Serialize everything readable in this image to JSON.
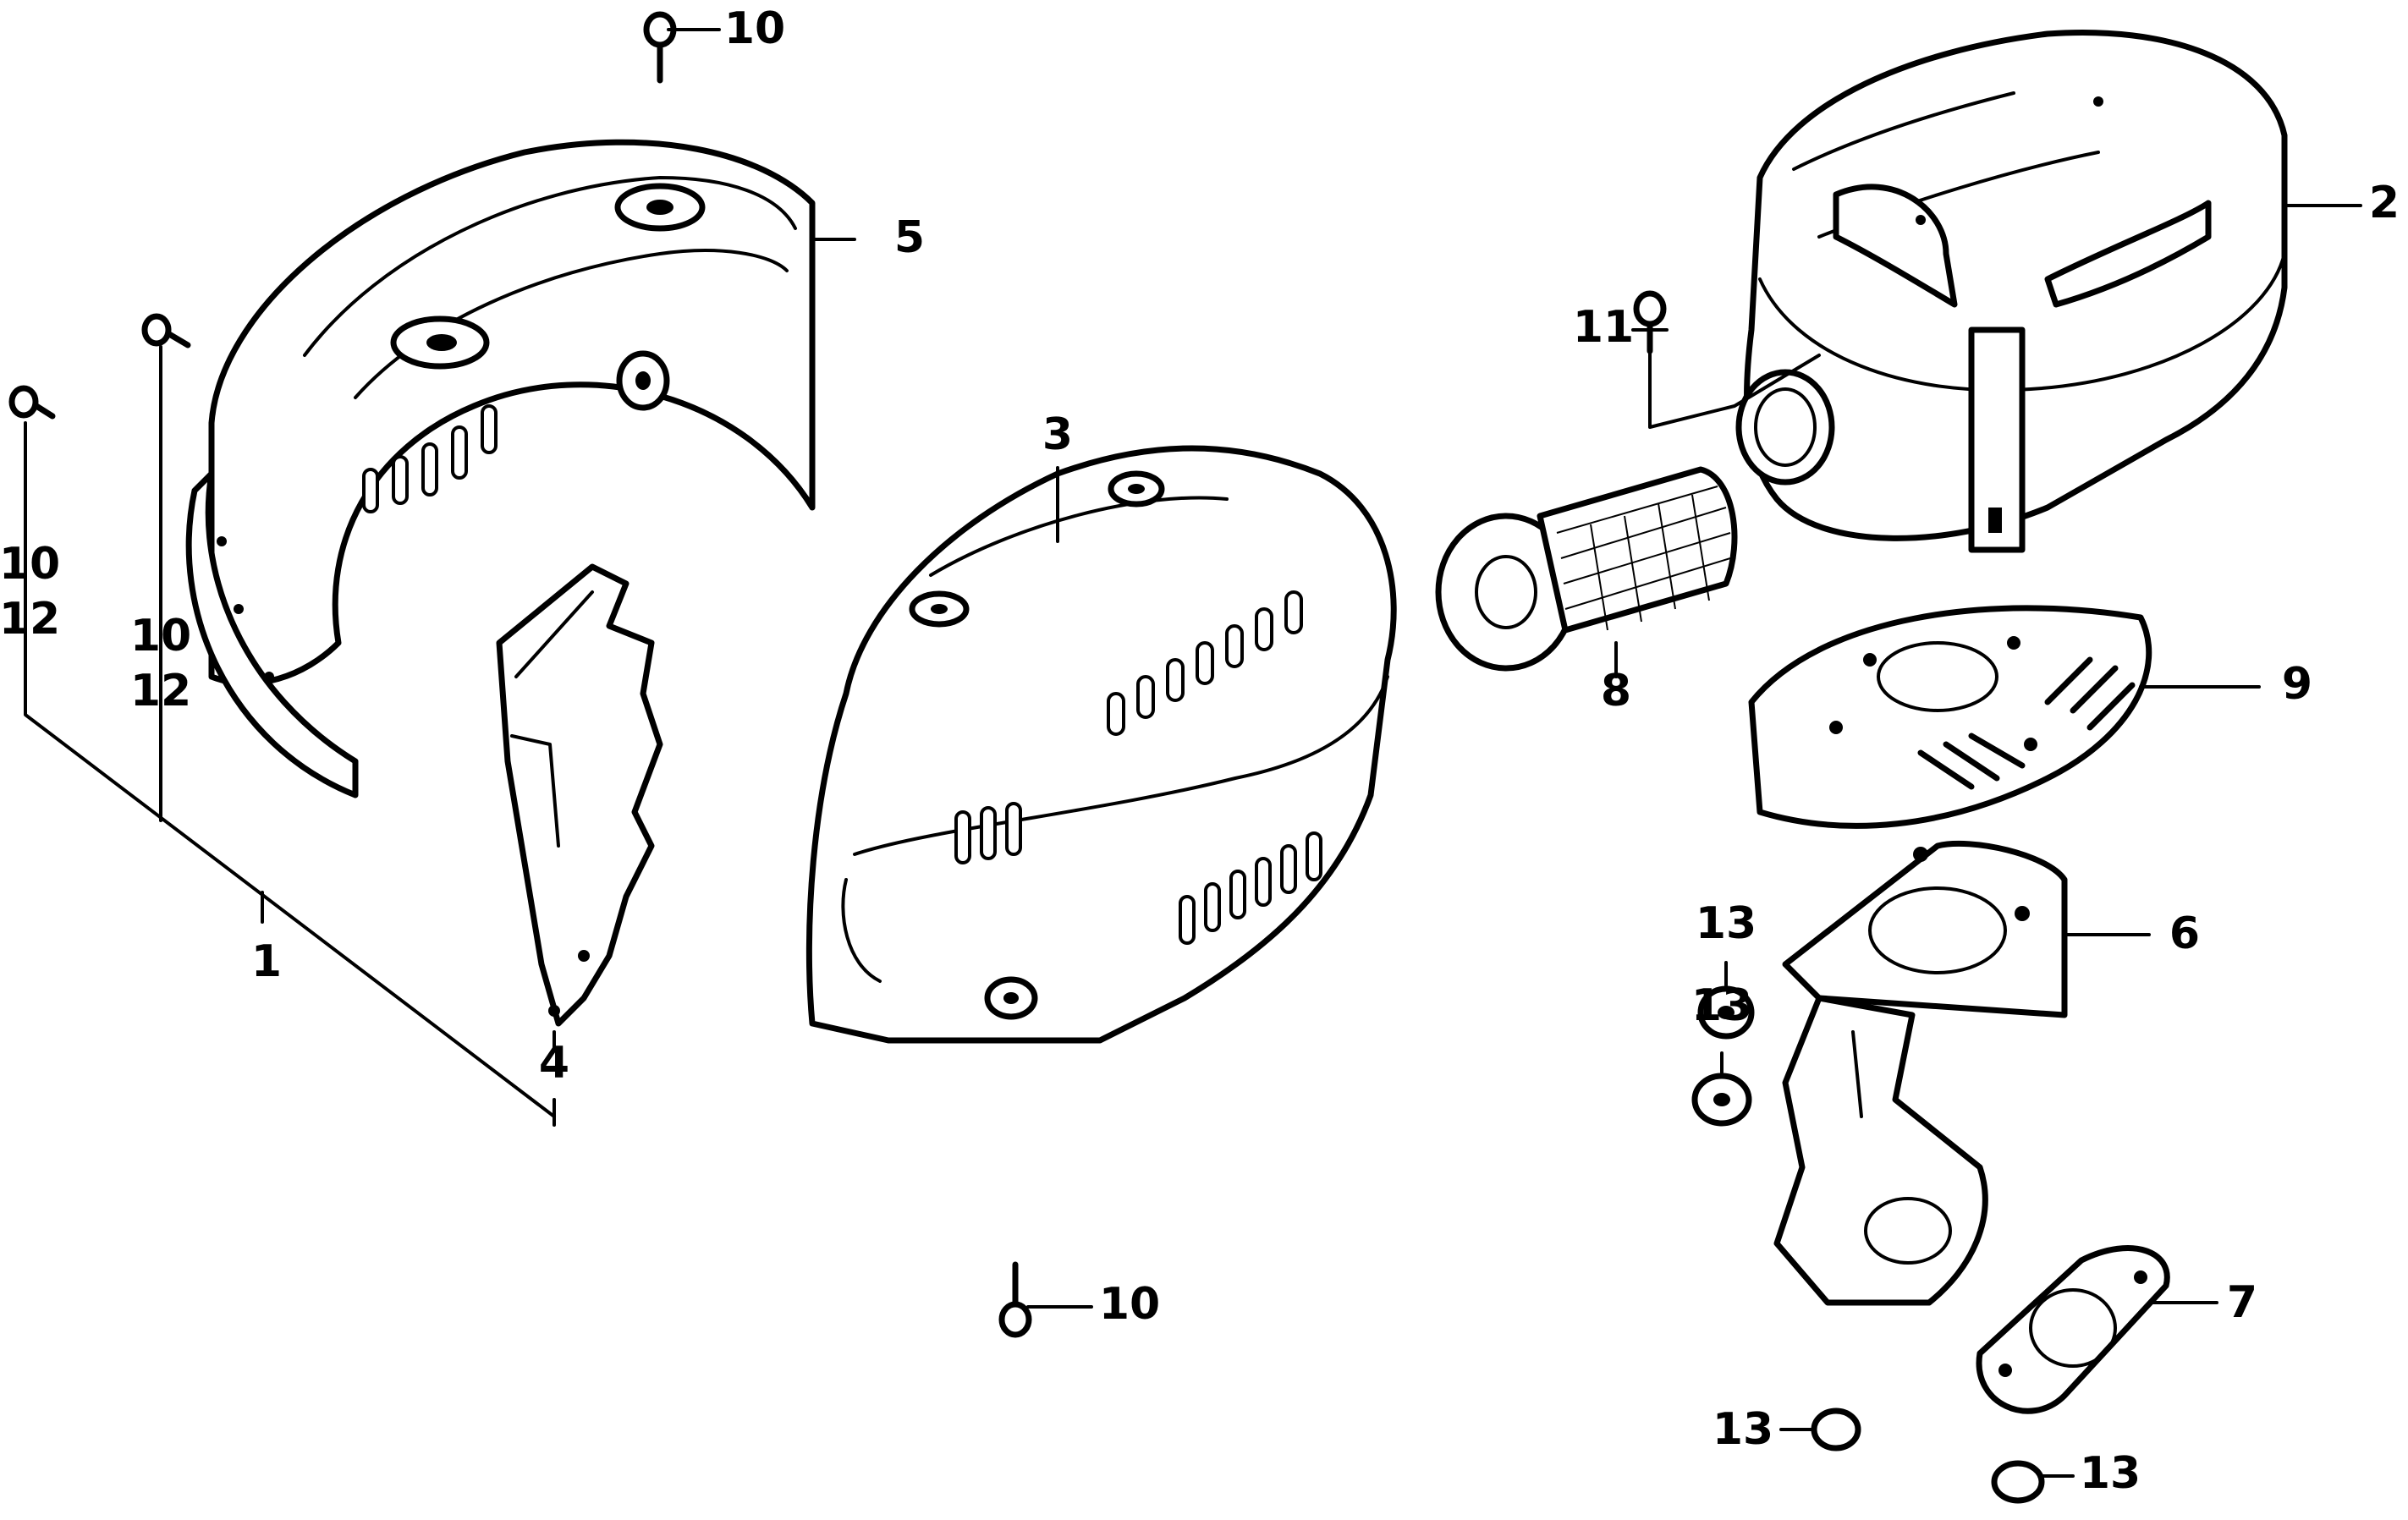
{
  "callouts": {
    "c10_top": "10",
    "c5": "5",
    "c10_left_a": "10",
    "c12_left_a": "12",
    "c10_left_b": "10",
    "c12_left_b": "12",
    "c1": "1",
    "c4": "4",
    "c3": "3",
    "c10_bottom": "10",
    "c2": "2",
    "c11": "11",
    "c8": "8",
    "c9": "9",
    "c6": "6",
    "c13_a": "13",
    "c13_b": "13",
    "c7": "7",
    "c13_c": "13",
    "c13_d": "13"
  }
}
